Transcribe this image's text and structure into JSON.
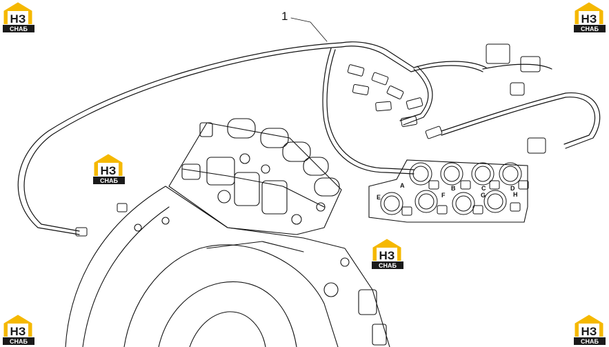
{
  "callout": {
    "number": "1"
  },
  "logo": {
    "mark": "НЗ",
    "caption": "СНАБ",
    "accent": "#f5b800",
    "dark": "#1a1a1a"
  },
  "valve_block": {
    "port_letters": [
      "A",
      "B",
      "C",
      "D",
      "E",
      "F",
      "G",
      "H"
    ]
  }
}
